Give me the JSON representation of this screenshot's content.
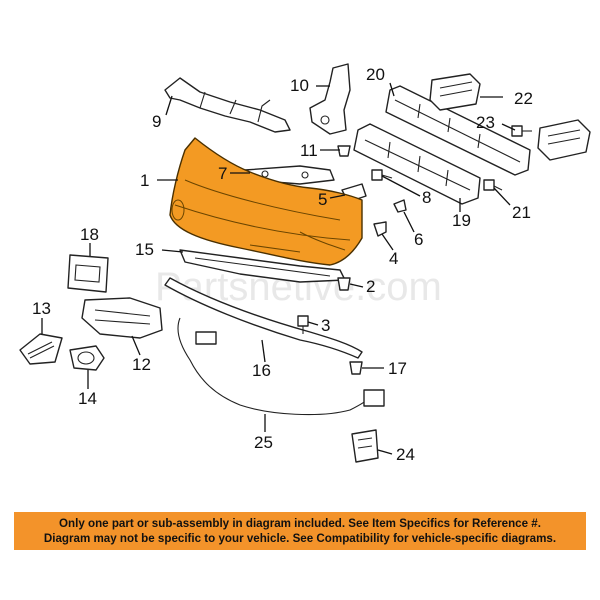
{
  "watermark": "Partsnetive.com",
  "callouts": {
    "c1": "1",
    "c2": "2",
    "c3": "3",
    "c4": "4",
    "c5": "5",
    "c6": "6",
    "c7": "7",
    "c8": "8",
    "c9": "9",
    "c10": "10",
    "c11": "11",
    "c12": "12",
    "c13": "13",
    "c14": "14",
    "c15": "15",
    "c16": "16",
    "c17": "17",
    "c18": "18",
    "c19": "19",
    "c20": "20",
    "c21": "21",
    "c22": "22",
    "c23": "23",
    "c24": "24",
    "c25": "25"
  },
  "notice": {
    "line1": "Only one part or sub-assembly in diagram included. See Item Specifics for Reference #.",
    "line2": "Diagram may not be specific to your vehicle. See Compatibility for vehicle-specific diagrams."
  },
  "colors": {
    "highlight": "#f39a23",
    "banner": "#f3932a"
  }
}
